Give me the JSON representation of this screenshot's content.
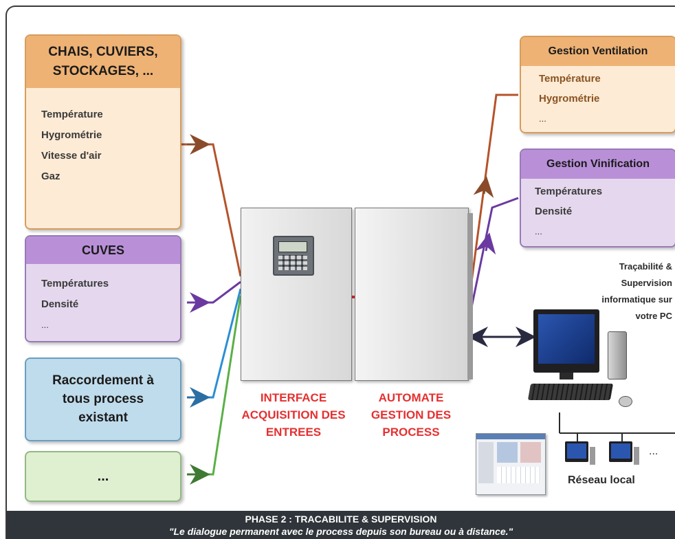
{
  "left_boxes": {
    "chais": {
      "title": "CHAIS, CUVIERS, STOCKAGES, ...",
      "items": [
        "Température",
        "Hygrométrie",
        "Vitesse d'air",
        "Gaz"
      ]
    },
    "cuves": {
      "title": "CUVES",
      "items": [
        "Températures",
        "Densité",
        "..."
      ]
    },
    "raccordement": {
      "text": "Raccordement à tous process existant"
    },
    "other": {
      "text": "..."
    }
  },
  "right_boxes": {
    "ventilation": {
      "title": "Gestion Ventilation",
      "items": [
        "Température",
        "Hygrométrie",
        "..."
      ]
    },
    "vinification": {
      "title": "Gestion Vinification",
      "items": [
        "Températures",
        "Densité",
        "..."
      ]
    }
  },
  "center": {
    "interface_label": "INTERFACE ACQUISITION DES ENTREES",
    "automate_label": "AUTOMATE GESTION DES PROCESS"
  },
  "supervision": {
    "text": "Traçabilité & Supervision informatique sur votre PC"
  },
  "network": {
    "label": "Réseau local",
    "more": "..."
  },
  "footer": {
    "title": "PHASE 2 : TRACABILITE & SUPERVISION",
    "subtitle": "\"Le dialogue permanent avec le process depuis son bureau ou à distance.\""
  },
  "colors": {
    "orange": "#b5532a",
    "purple": "#6b3aa0",
    "blue": "#2b8ed3",
    "green": "#5ab046",
    "red": "#e53030",
    "dark": "#2f353a"
  }
}
